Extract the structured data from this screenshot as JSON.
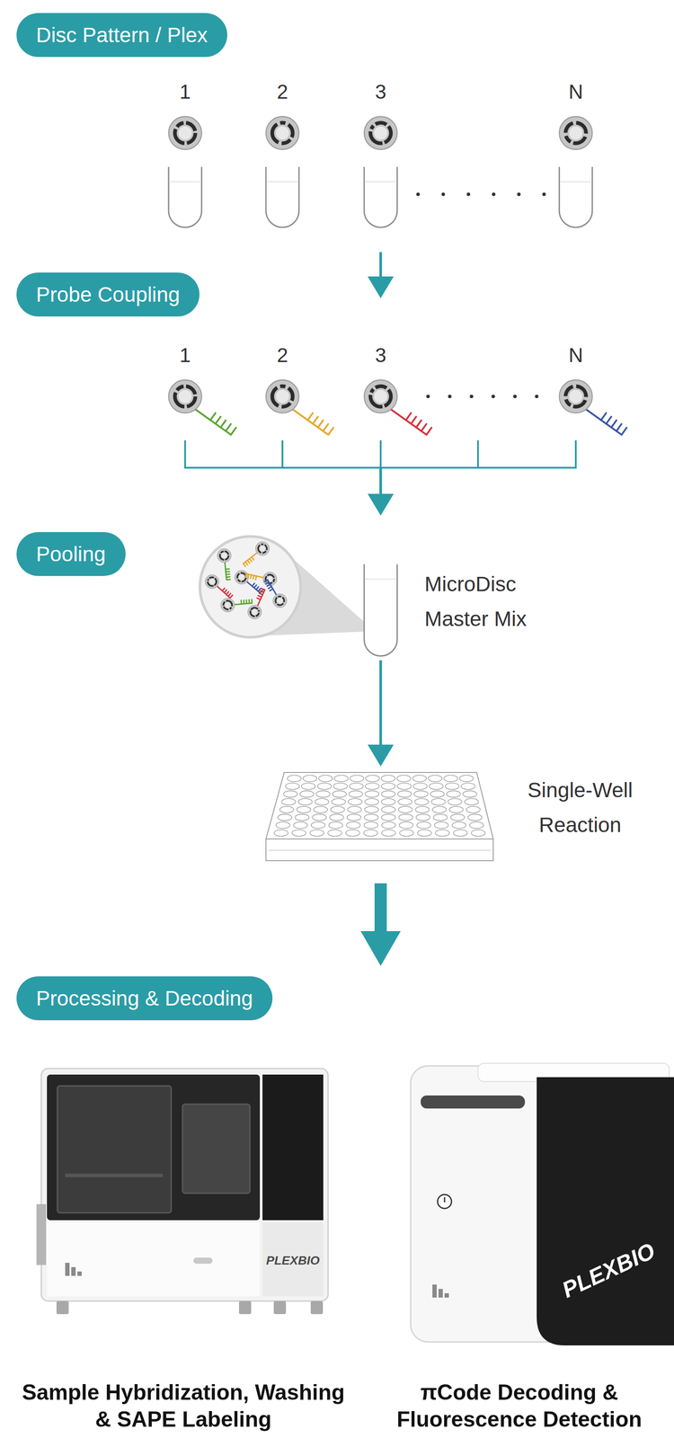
{
  "diagram": {
    "nodes": [
      {
        "text": [
          "Disc Pattern / Plex"
        ]
      },
      {
        "text": [
          "Probe Coupling"
        ]
      },
      {
        "text": [
          "Pooling"
        ]
      },
      {
        "text": [
          "MicroDisc Master Mix"
        ]
      },
      {
        "text": [
          "Single-Well Reaction"
        ]
      },
      {
        "text": [
          "Processing & Decoding"
        ]
      },
      {
        "text": [
          "PLEXBIO",
          "Sample Hybridization, Washing & SAPE Labeling"
        ]
      },
      {
        "text": [
          "PLEXBIO",
          "πCode Decoding & Fluorescence Detection"
        ]
      }
    ],
    "edges": [
      {
        "from": 3,
        "to": 4,
        "arrow": "to"
      }
    ],
    "labels": [
      "1",
      "2",
      "3",
      "N",
      "1",
      "2",
      "3",
      "N"
    ]
  }
}
